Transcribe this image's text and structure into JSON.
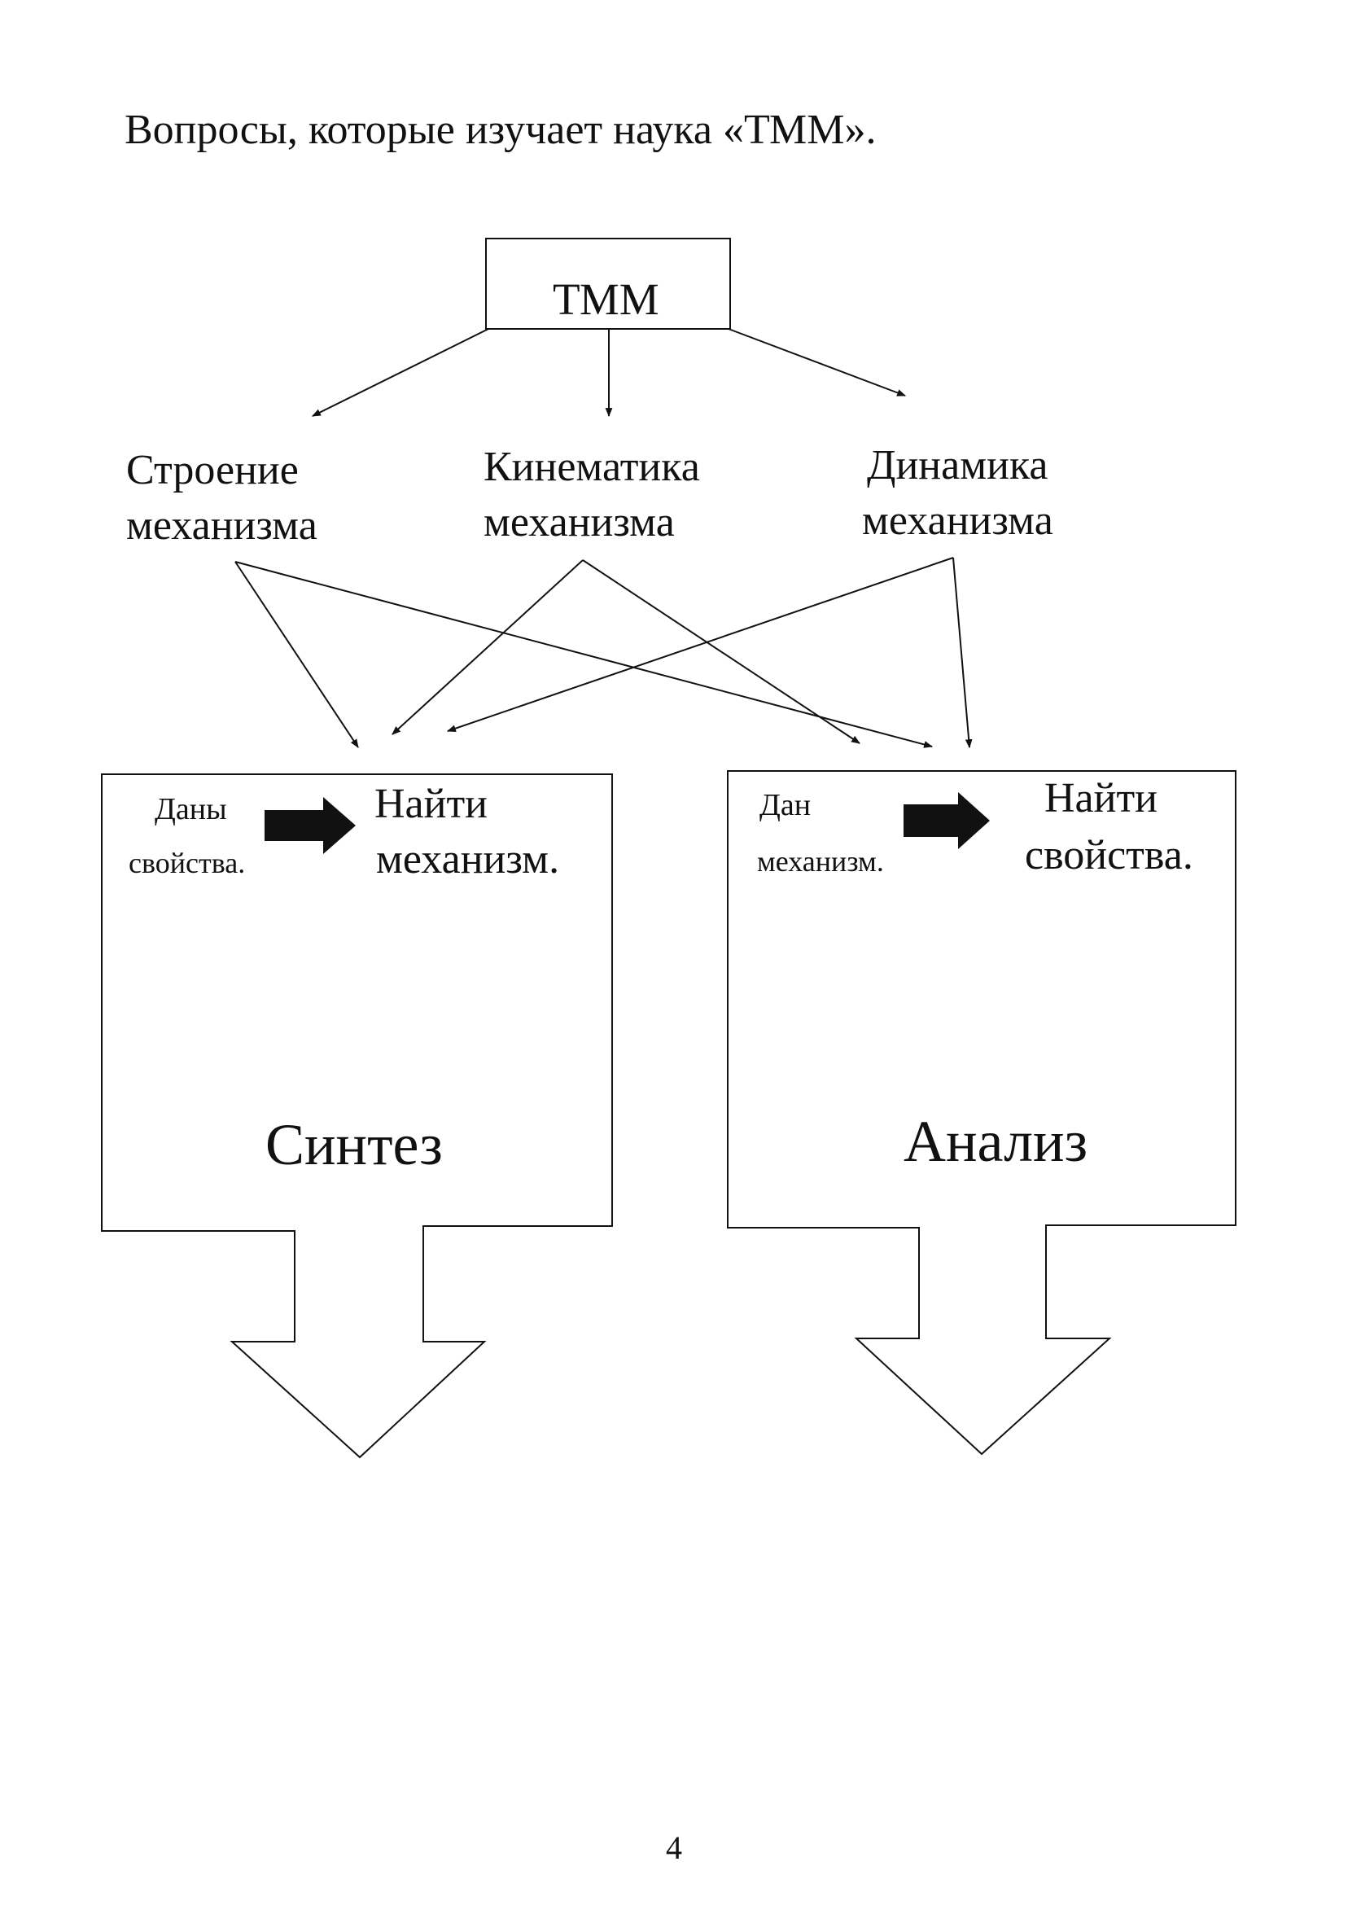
{
  "page_title": "Вопросы, которые изучает наука «ТММ».",
  "root": "ТММ",
  "topics": {
    "structure": [
      "Строение",
      "механизма"
    ],
    "kinematics": [
      "Кинематика",
      "механизма"
    ],
    "dynamics": [
      "Динамика",
      "механизма"
    ]
  },
  "synthesis": {
    "given": [
      "Даны",
      "свойства."
    ],
    "find": [
      "Найти",
      "механизм."
    ],
    "title": "Синтез"
  },
  "analysis": {
    "given": [
      "Дан",
      "механизм."
    ],
    "find": [
      "Найти",
      "свойства."
    ],
    "title": "Анализ"
  },
  "page_number": "4"
}
